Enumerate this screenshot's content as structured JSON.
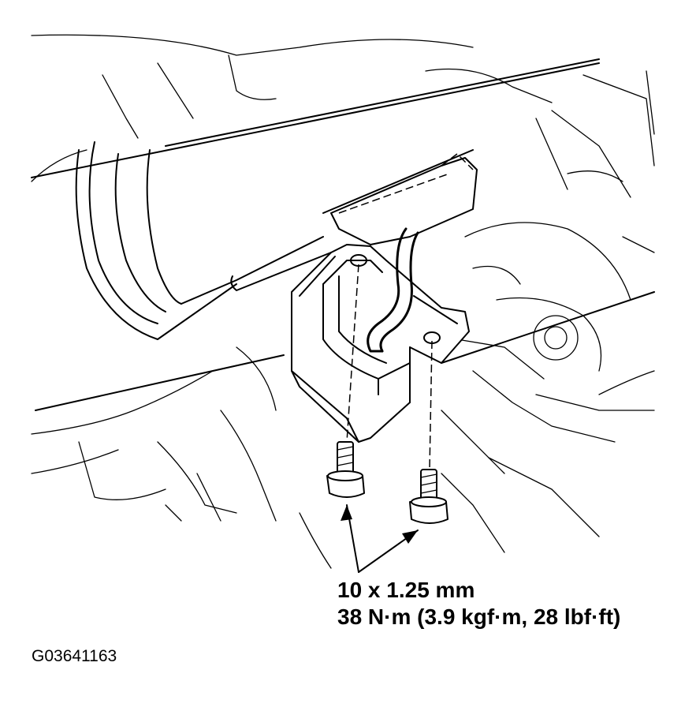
{
  "callout": {
    "bolt_size": "10 x 1.25 mm",
    "torque": "38 N·m (3.9 kgf·m, 28 lbf·ft)"
  },
  "figure_id": "G03641163"
}
